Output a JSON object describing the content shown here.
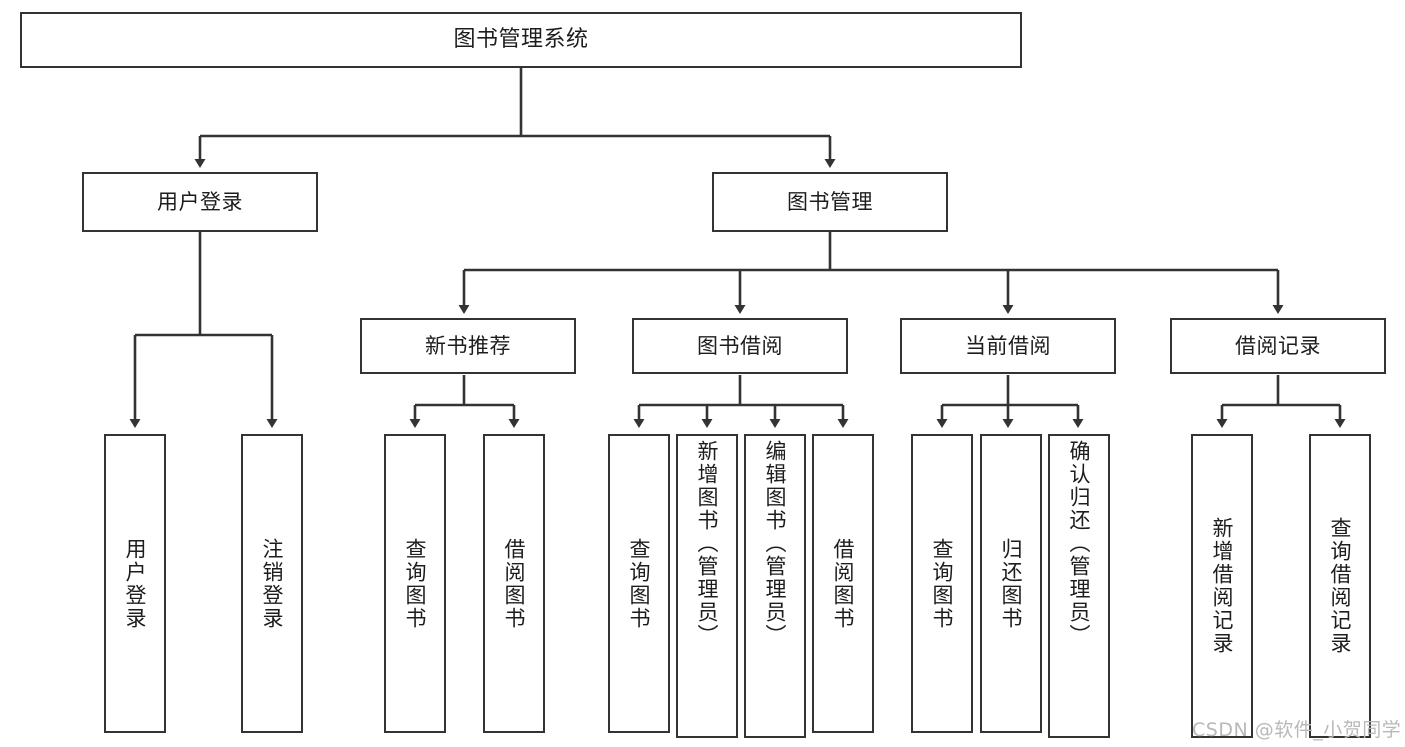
{
  "diagram": {
    "title": "图书管理系统",
    "type": "tree",
    "root": {
      "label": "图书管理系统"
    },
    "level2": [
      {
        "label": "用户登录"
      },
      {
        "label": "图书管理"
      }
    ],
    "level3": [
      {
        "label": "新书推荐"
      },
      {
        "label": "图书借阅"
      },
      {
        "label": "当前借阅"
      },
      {
        "label": "借阅记录"
      }
    ],
    "leaves": {
      "user_login": [
        {
          "label": "用户登录"
        },
        {
          "label": "注销登录"
        }
      ],
      "new_book_recommend": [
        {
          "label": "查询图书"
        },
        {
          "label": "借阅图书"
        }
      ],
      "book_borrow": [
        {
          "label": "查询图书"
        },
        {
          "label": "新增图书（管理员）"
        },
        {
          "label": "编辑图书（管理员）"
        },
        {
          "label": "借阅图书"
        }
      ],
      "current_borrow": [
        {
          "label": "查询图书"
        },
        {
          "label": "归还图书"
        },
        {
          "label": "确认归还（管理员）"
        }
      ],
      "borrow_record": [
        {
          "label": "新增借阅记录"
        },
        {
          "label": "查询借阅记录"
        }
      ]
    }
  },
  "watermark": {
    "text": "CSDN @软件_小贺同学"
  },
  "colors": {
    "stroke": "#333333",
    "fill": "#ffffff",
    "text": "#1d1d1d",
    "watermark": "#b9b9b9"
  }
}
